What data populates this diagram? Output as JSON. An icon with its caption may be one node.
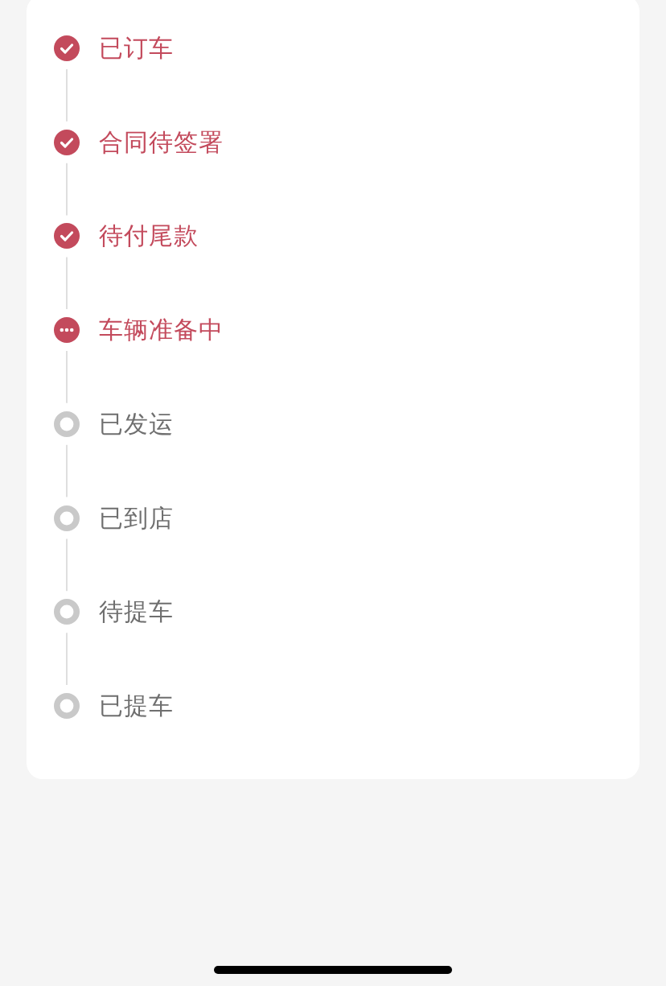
{
  "diagram": {
    "nodes": [
      {
        "text": [],
        "shape": "box"
      },
      {
        "text": [
          "已订车"
        ],
        "in": 0
      },
      {
        "text": [
          "合同待签署"
        ],
        "in": 0
      },
      {
        "text": [
          "待付尾款"
        ],
        "in": 0
      },
      {
        "text": [
          "车辆准备中"
        ],
        "in": 0
      },
      {
        "text": [
          "已发运"
        ],
        "in": 0
      },
      {
        "text": [
          "已到店"
        ],
        "in": 0
      },
      {
        "text": [
          "待提车"
        ],
        "in": 0
      },
      {
        "text": [
          "已提车"
        ],
        "in": 0
      }
    ],
    "edges": [
      {
        "from": 1,
        "to": 2,
        "arrow": "none"
      },
      {
        "from": 2,
        "to": 3,
        "arrow": "none"
      },
      {
        "from": 3,
        "to": 4,
        "arrow": "none"
      },
      {
        "from": 4,
        "to": 5,
        "arrow": "none"
      },
      {
        "from": 5,
        "to": 6,
        "arrow": "none"
      },
      {
        "from": 6,
        "to": 7,
        "arrow": "none"
      },
      {
        "from": 7,
        "to": 8,
        "arrow": "none"
      }
    ]
  }
}
